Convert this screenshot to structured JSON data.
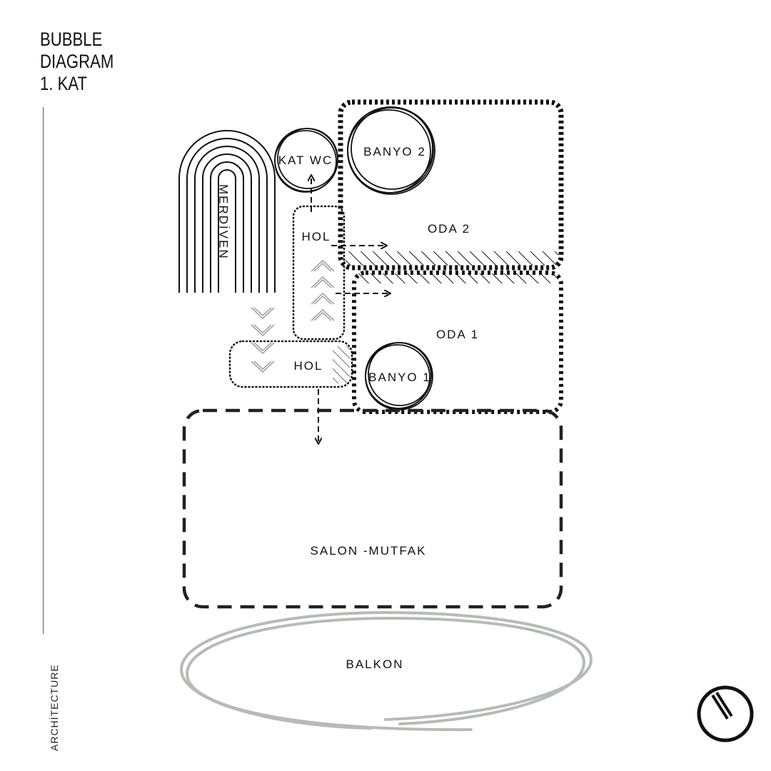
{
  "title": {
    "line1": "BUBBLE",
    "line2": "DIAGRAM",
    "line3": "1. KAT"
  },
  "side_caption": "ARCHİTECTURE",
  "rooms": {
    "merdiven": "MERDİVEN",
    "kat_wc": "KAT WC",
    "banyo2": "BANYO 2",
    "oda2": "ODA 2",
    "hol_upper": "HOL",
    "oda1": "ODA 1",
    "hol_lower": "HOL",
    "banyo1": "BANYO 1",
    "salon_mutfak": "SALON -MUTFAK",
    "balkon": "BALKON"
  },
  "logo_icon": "power-dial-icon",
  "colors": {
    "ink": "#111111",
    "balkon_stroke": "#b4bcb4",
    "chevron": "#9a9a9a"
  }
}
